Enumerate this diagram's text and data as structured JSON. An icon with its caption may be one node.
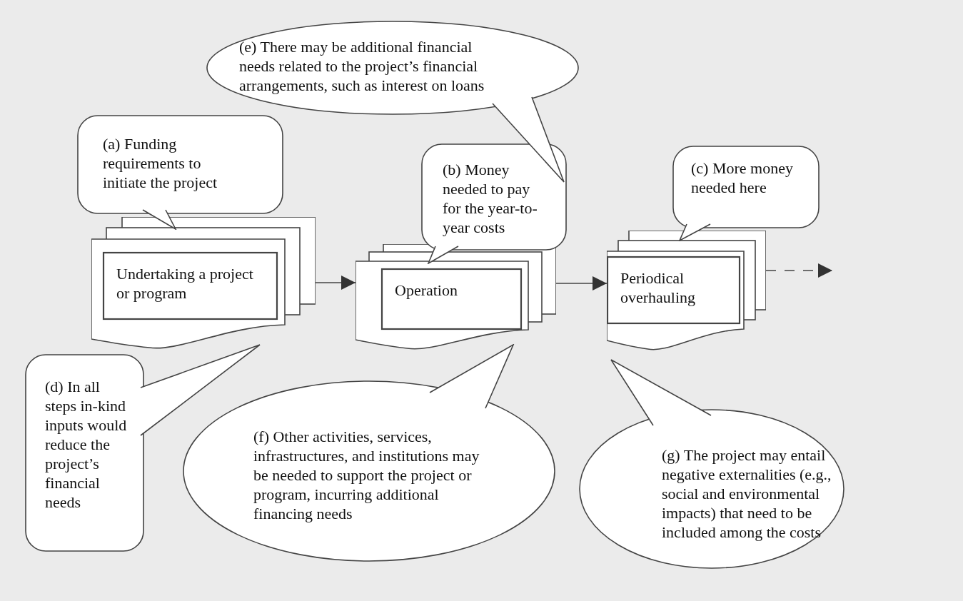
{
  "diagram": {
    "nodes": [
      {
        "text": [
          "Undertaking a project or program"
        ]
      },
      {
        "text": [
          "Operation"
        ]
      },
      {
        "text": [
          "Periodical overhauling"
        ]
      },
      {
        "text": [
          "(a) Funding requirements to initiate the project"
        ]
      },
      {
        "text": [
          "(b) Money needed to pay for the year-to-year costs"
        ]
      },
      {
        "text": [
          "(c) More money needed here"
        ]
      },
      {
        "text": [
          "(d) In all steps in-kind inputs would reduce the project’s financial needs"
        ]
      },
      {
        "text": [
          "(e) There may be additional financial needs related to the project’s financial arrangements, such as interest on loans"
        ]
      },
      {
        "text": [
          "(f) Other activities, services, infrastructures, and institutions may be needed to support the project or program, incurring additional financing needs"
        ]
      },
      {
        "text": [
          "(g) The project may entail negative externalities (e.g., social and environmental impacts) that need to be included among the costs"
        ]
      }
    ],
    "edges": [
      {
        "from": 0,
        "to": 1,
        "arrow": "to"
      },
      {
        "from": 1,
        "to": 2,
        "arrow": "to"
      },
      {
        "from": 2,
        "to": null,
        "arrow": "to",
        "style": "dashed"
      }
    ]
  }
}
